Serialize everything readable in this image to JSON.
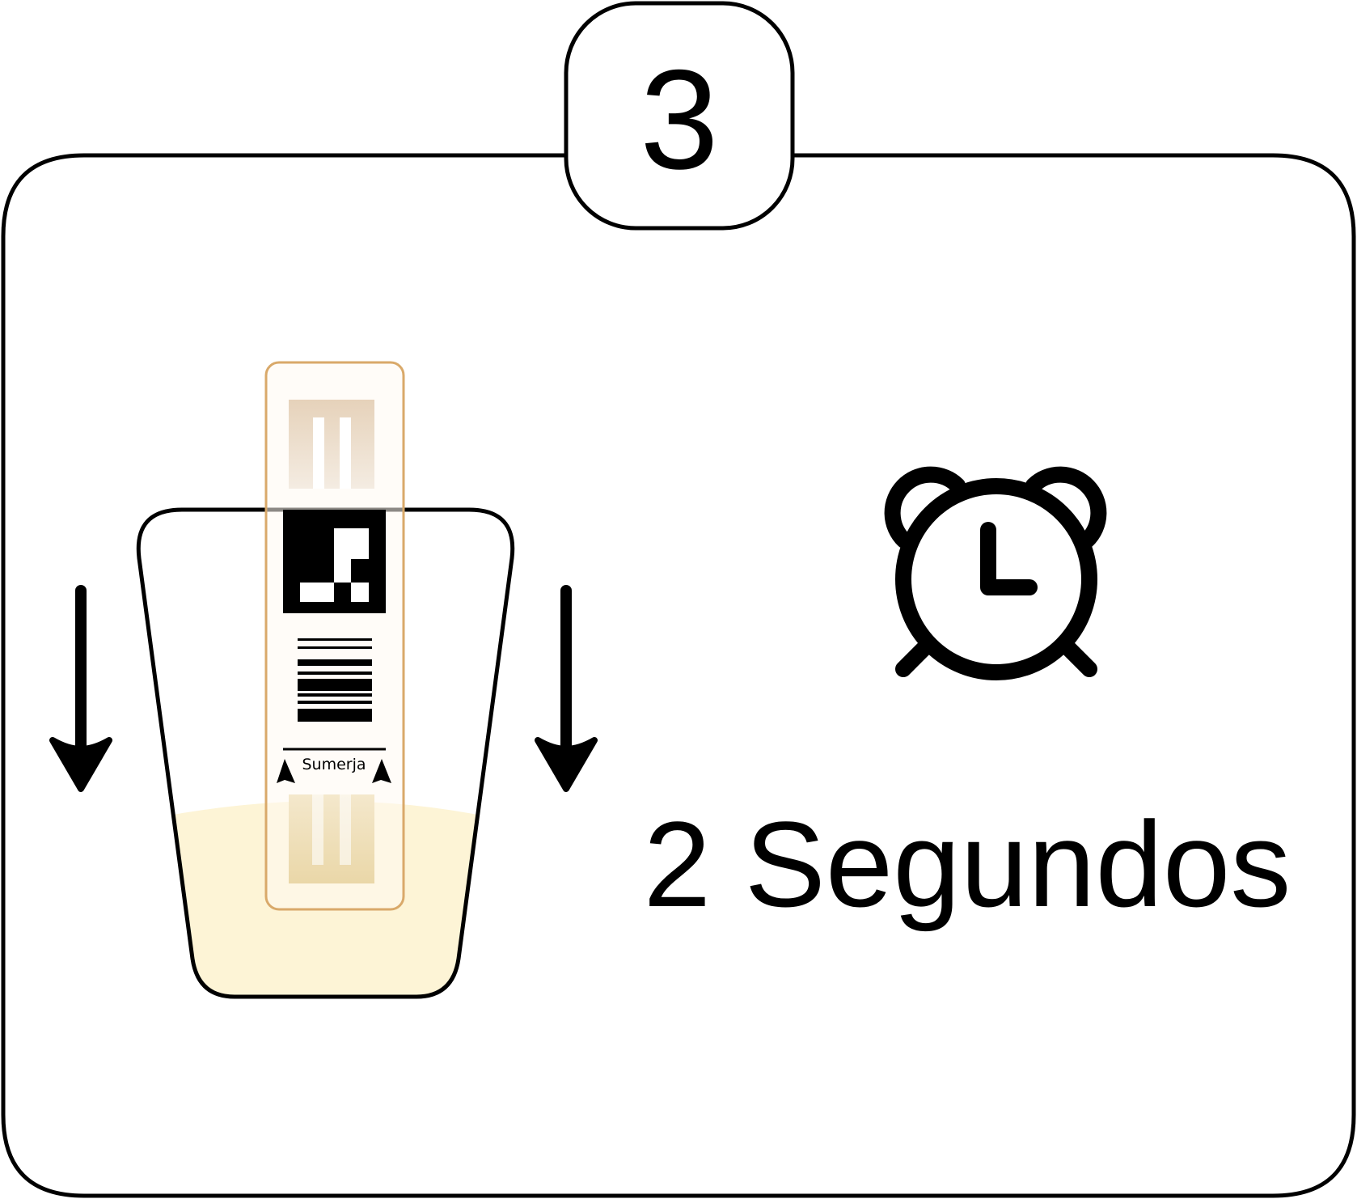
{
  "step": {
    "number": "3"
  },
  "instruction": {
    "duration": "2 Segundos"
  },
  "strip": {
    "dip_label": "Sumerja"
  },
  "icons": {
    "down_arrow": "down-arrow-icon",
    "alarm_clock": "alarm-clock-icon",
    "up_arrowheads": "up-arrowhead-icon"
  },
  "colors": {
    "ink": "#000000",
    "liquid": "#fdf4d6",
    "strip_fill": "#fffaf2",
    "strip_border": "#d9a96a",
    "pad_top": "#e8d6c0",
    "pad_bottom": "#e9d6a6"
  }
}
